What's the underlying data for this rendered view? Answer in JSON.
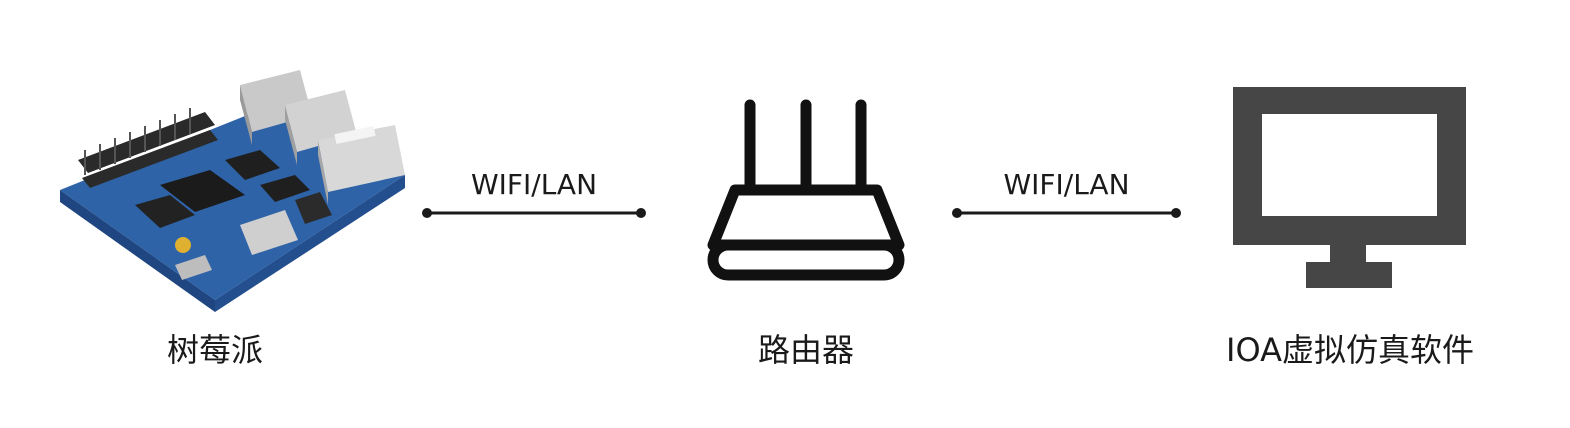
{
  "nodes": {
    "device": {
      "label": "树莓派"
    },
    "router": {
      "label": "路由器"
    },
    "software": {
      "label": "IOA虚拟仿真软件"
    }
  },
  "connections": [
    {
      "label": "WIFI/LAN"
    },
    {
      "label": "WIFI/LAN"
    }
  ]
}
